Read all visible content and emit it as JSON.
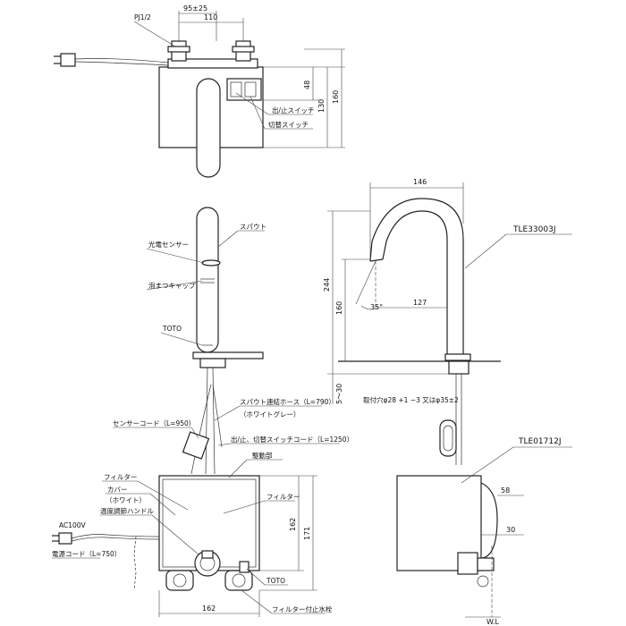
{
  "top_view": {
    "dim_95": "95±25",
    "dim_110": "110",
    "dim_48": "48",
    "dim_130": "130",
    "dim_160": "160",
    "label_pj": "PJ1/2",
    "label_switch_onoff": "出/止スイッチ",
    "label_switch_change": "切替スイッチ"
  },
  "front_view": {
    "label_spout": "スパウト",
    "label_light_sensor": "光電センサー",
    "label_foam_cap": "泡まつキャップ",
    "label_toto_top": "TOTO",
    "label_hose": "スパウト連結ホース（L=790）",
    "label_hose_color": "（ホワイトグレー）",
    "label_sensor_cord": "センサーコード（L=950）",
    "label_switch_cord": "出/止、切替スイッチコード（L=1250）",
    "label_drive": "駆動部",
    "label_filter_left": "フィルター",
    "label_filter_right": "フィルター",
    "label_cover": "カバー",
    "label_cover_color": "（ホワイト）",
    "label_temp_handle": "温度調節ハンドル",
    "label_ac": "AC100V",
    "label_power_cord": "電源コード（L=750）",
    "label_toto_bottom": "TOTO",
    "label_stop_valve": "フィルター付止水栓",
    "dim_162_h": "162",
    "dim_171": "171",
    "dim_162_w": "162"
  },
  "side_view": {
    "model_spout": "TLE33003J",
    "model_unit": "TLE01712J",
    "dim_146": "146",
    "dim_244": "244",
    "dim_160": "160",
    "dim_35deg": "35°",
    "dim_127": "127",
    "dim_5_30": "5～30",
    "hole_note": "取付穴φ28 +1 −3 又はφ35±2",
    "dim_58": "58",
    "dim_30": "30",
    "dim_wl": "W.L"
  }
}
